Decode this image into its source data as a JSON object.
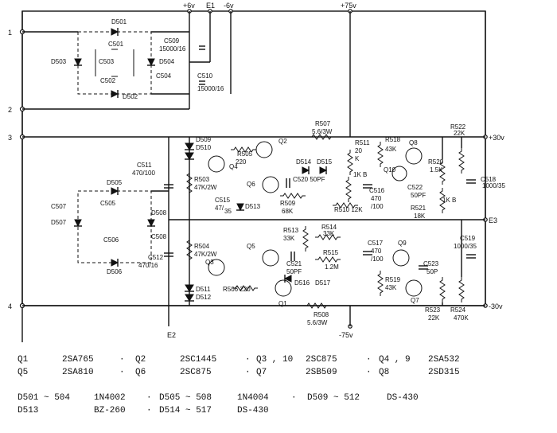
{
  "rails": {
    "plus6": "+6v",
    "e1": "E1",
    "minus6": "-6v",
    "plus75": "+75v",
    "minus75": "-75v",
    "plus30": "+30v",
    "minus30": "-30v",
    "e2": "E2",
    "e3": "E3"
  },
  "terminals": [
    "1",
    "2",
    "3",
    "4"
  ],
  "components": {
    "D501": "D501",
    "D502": "D502",
    "D503": "D503",
    "D504": "D504",
    "C501": "C501",
    "C502": "C502",
    "C503": "C503",
    "C504": "C504",
    "C509": "C509",
    "C509v": "15000/16",
    "C510": "C510",
    "C510v": "15000/16",
    "D505": "D505",
    "D506": "D506",
    "D507": "D507",
    "D508": "D508",
    "C505": "C505",
    "C506": "C506",
    "C507": "C507",
    "C508": "C508",
    "C511": "C511",
    "C511v": "470/100",
    "C512": "C512",
    "C512v": "470/16",
    "D509": "D509",
    "D510": "D510",
    "D511": "D511",
    "D512": "D512",
    "D513": "D513",
    "D514": "D514",
    "D515": "D515",
    "D516": "D516",
    "D517": "D517",
    "R503": "R503",
    "R503v": "47K/2W",
    "R504": "R504",
    "R504v": "47K/2W",
    "R505": "R505",
    "R505v": "220",
    "R506": "R506 220",
    "R507": "R507",
    "R507v": "5.6/3W",
    "R508": "R508",
    "R508v": "5.6/3W",
    "R509": "R509",
    "R509v": "68K",
    "R510": "R510 12K",
    "R511": "R511",
    "R511v": "20",
    "R511k": "K",
    "R512": "1K B",
    "R513": "R513",
    "R513v": "33K",
    "R514": "R514",
    "R514v": "33K",
    "R515": "R515",
    "R515v": "1.2M",
    "C515": "C515",
    "C515v": "47/",
    "C515v2": "35",
    "C520": "C520 50PF",
    "C521": "C521",
    "C521v": "50PF",
    "C516": "C516",
    "C516v": "470",
    "C516v2": "/100",
    "C517": "C517",
    "C517v": "470",
    "C517v2": "/100",
    "R518": "R518",
    "R518v": "43K",
    "R519": "R519",
    "R519v": "43K",
    "R520": "R520",
    "R520v": "1.5K",
    "R521": "R521",
    "R521v": "18K",
    "R522": "R522",
    "R522v": "22K",
    "R523": "R523",
    "R523v": "22K",
    "R524": "R524",
    "R524v": "470K",
    "C518": "C518",
    "C518v": "1000/35",
    "C519": "C519",
    "C519v": "1000/35",
    "C522": "C522",
    "C522v": "50PF",
    "C523": "C523",
    "C523v": "50P",
    "R525": "1K B",
    "Q1": "Q1",
    "Q2": "Q2",
    "Q3": "Q3",
    "Q4": "Q4",
    "Q5": "Q5",
    "Q6": "Q6",
    "Q7": "Q7",
    "Q8": "Q8",
    "Q9": "Q9",
    "Q10": "Q10"
  },
  "legend": {
    "transistors": [
      {
        "ref": "Q1",
        "part": "2SA765"
      },
      {
        "ref": "Q2",
        "part": "2SC1445"
      },
      {
        "ref": "Q3 , 10",
        "part": "2SC875"
      },
      {
        "ref": "Q4 , 9",
        "part": "2SA532"
      },
      {
        "ref": "Q5",
        "part": "2SA810"
      },
      {
        "ref": "Q6",
        "part": "2SC875"
      },
      {
        "ref": "Q7",
        "part": "2SB509"
      },
      {
        "ref": "Q8",
        "part": "2SD315"
      }
    ],
    "diodes": [
      {
        "ref": "D501 ~ 504",
        "part": "1N4002"
      },
      {
        "ref": "D505 ~ 508",
        "part": "1N4004"
      },
      {
        "ref": "D509 ~ 512",
        "part": "DS-430"
      },
      {
        "ref": "D513",
        "part": "BZ-260"
      },
      {
        "ref": "D514 ~ 517",
        "part": "DS-430"
      }
    ],
    "separator": "·"
  }
}
